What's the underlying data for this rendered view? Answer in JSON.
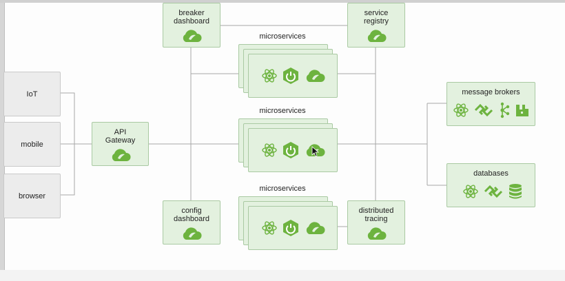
{
  "clients": [
    {
      "label": "IoT"
    },
    {
      "label": "mobile"
    },
    {
      "label": "browser"
    }
  ],
  "gateway": {
    "label": "API Gateway"
  },
  "breaker": {
    "label": "breaker dashboard"
  },
  "registry": {
    "label": "service registry"
  },
  "config": {
    "label": "config dashboard"
  },
  "tracing": {
    "label": "distributed tracing"
  },
  "microservices": [
    {
      "label": "microservices"
    },
    {
      "label": "microservices"
    },
    {
      "label": "microservices"
    }
  ],
  "brokers": {
    "label": "message brokers"
  },
  "databases": {
    "label": "databases"
  },
  "colors": {
    "spring_green": "#6db33f",
    "box_fill": "#e3f1df",
    "box_border": "#a9c9a2",
    "client_fill": "#ececec",
    "line": "#a7a7a7"
  },
  "icons": [
    "spring-cloud-icon",
    "atom-icon",
    "spring-boot-power-icon",
    "kafka-icon",
    "rabbitmq-icon",
    "chain-link-icon",
    "database-icon"
  ]
}
